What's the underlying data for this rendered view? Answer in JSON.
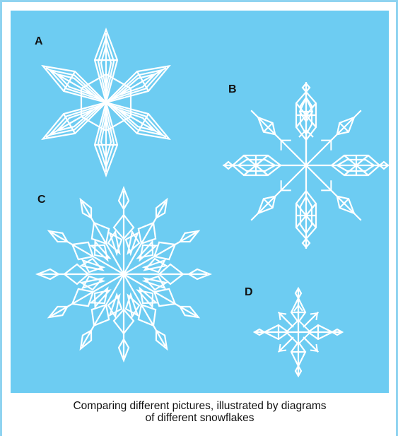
{
  "colors": {
    "panel_background": "#6dccf2",
    "frame_border": "#8fd3f0",
    "snowflake_stroke": "#ffffff"
  },
  "labels": {
    "a": "A",
    "b": "B",
    "c": "C",
    "d": "D"
  },
  "caption": {
    "line1": "Comparing different pictures, illustrated by diagrams",
    "line2": "of different snowflakes"
  }
}
